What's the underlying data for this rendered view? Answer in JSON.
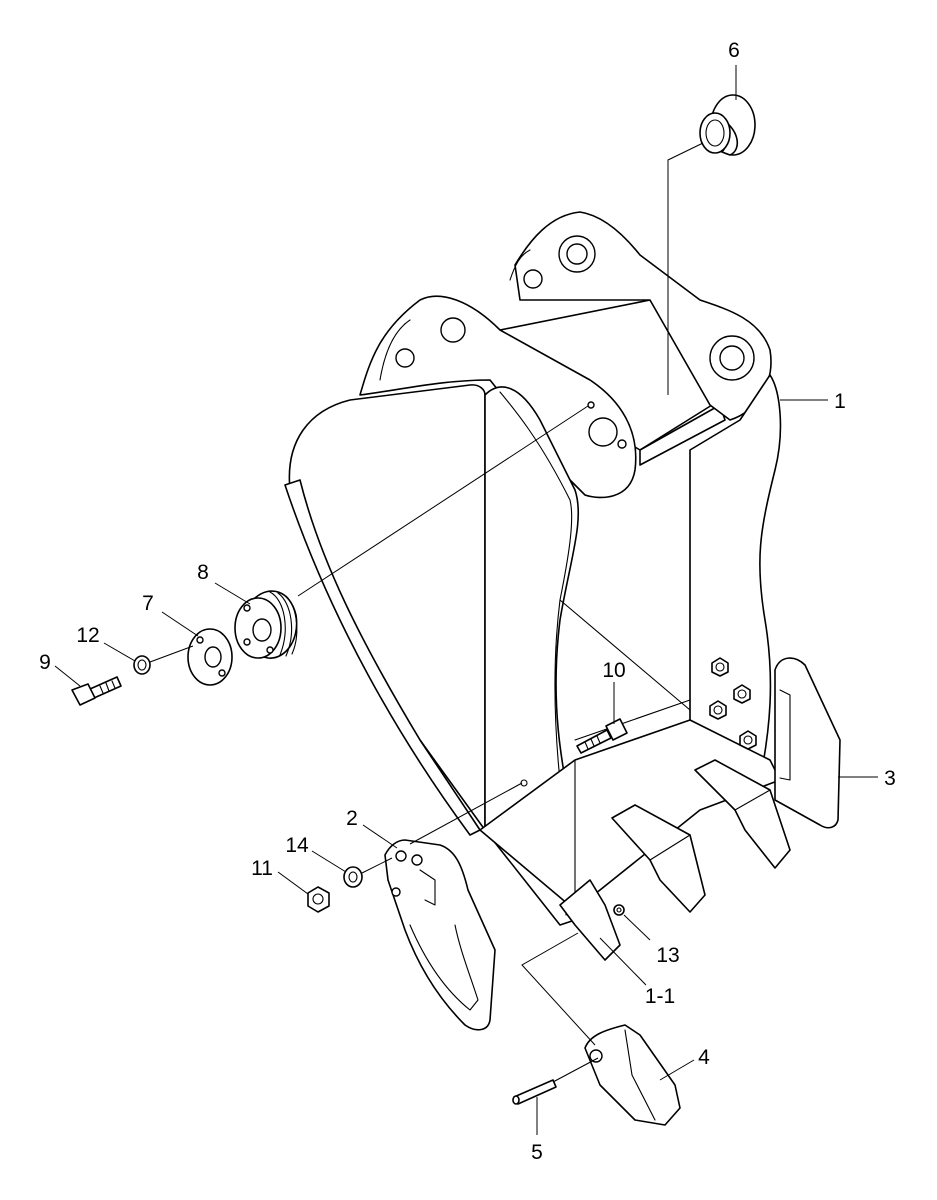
{
  "callouts": {
    "c1": "1",
    "c1_1": "1-1",
    "c2": "2",
    "c3": "3",
    "c4": "4",
    "c5": "5",
    "c6": "6",
    "c7": "7",
    "c8": "8",
    "c9": "9",
    "c10": "10",
    "c11": "11",
    "c12": "12",
    "c13": "13",
    "c14": "14"
  },
  "colors": {
    "line": "#000000",
    "background": "#ffffff"
  }
}
